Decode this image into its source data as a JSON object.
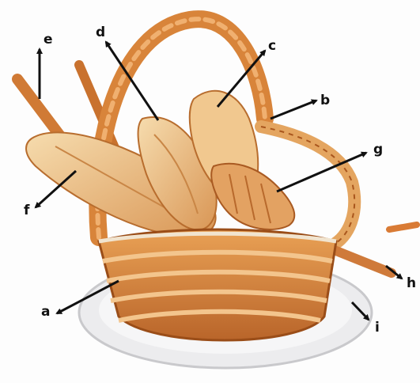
{
  "labels": {
    "a": "a",
    "b": "b",
    "c": "c",
    "d": "d",
    "e": "e",
    "f": "f",
    "g": "g",
    "h": "h",
    "i": "i"
  },
  "colors": {
    "basket": "#d98a3c",
    "basket_dark": "#a9561d",
    "bread": "#e9b170",
    "bread_light": "#f4d4a3",
    "plate": "#e8e8ea",
    "arrow": "#111111"
  }
}
